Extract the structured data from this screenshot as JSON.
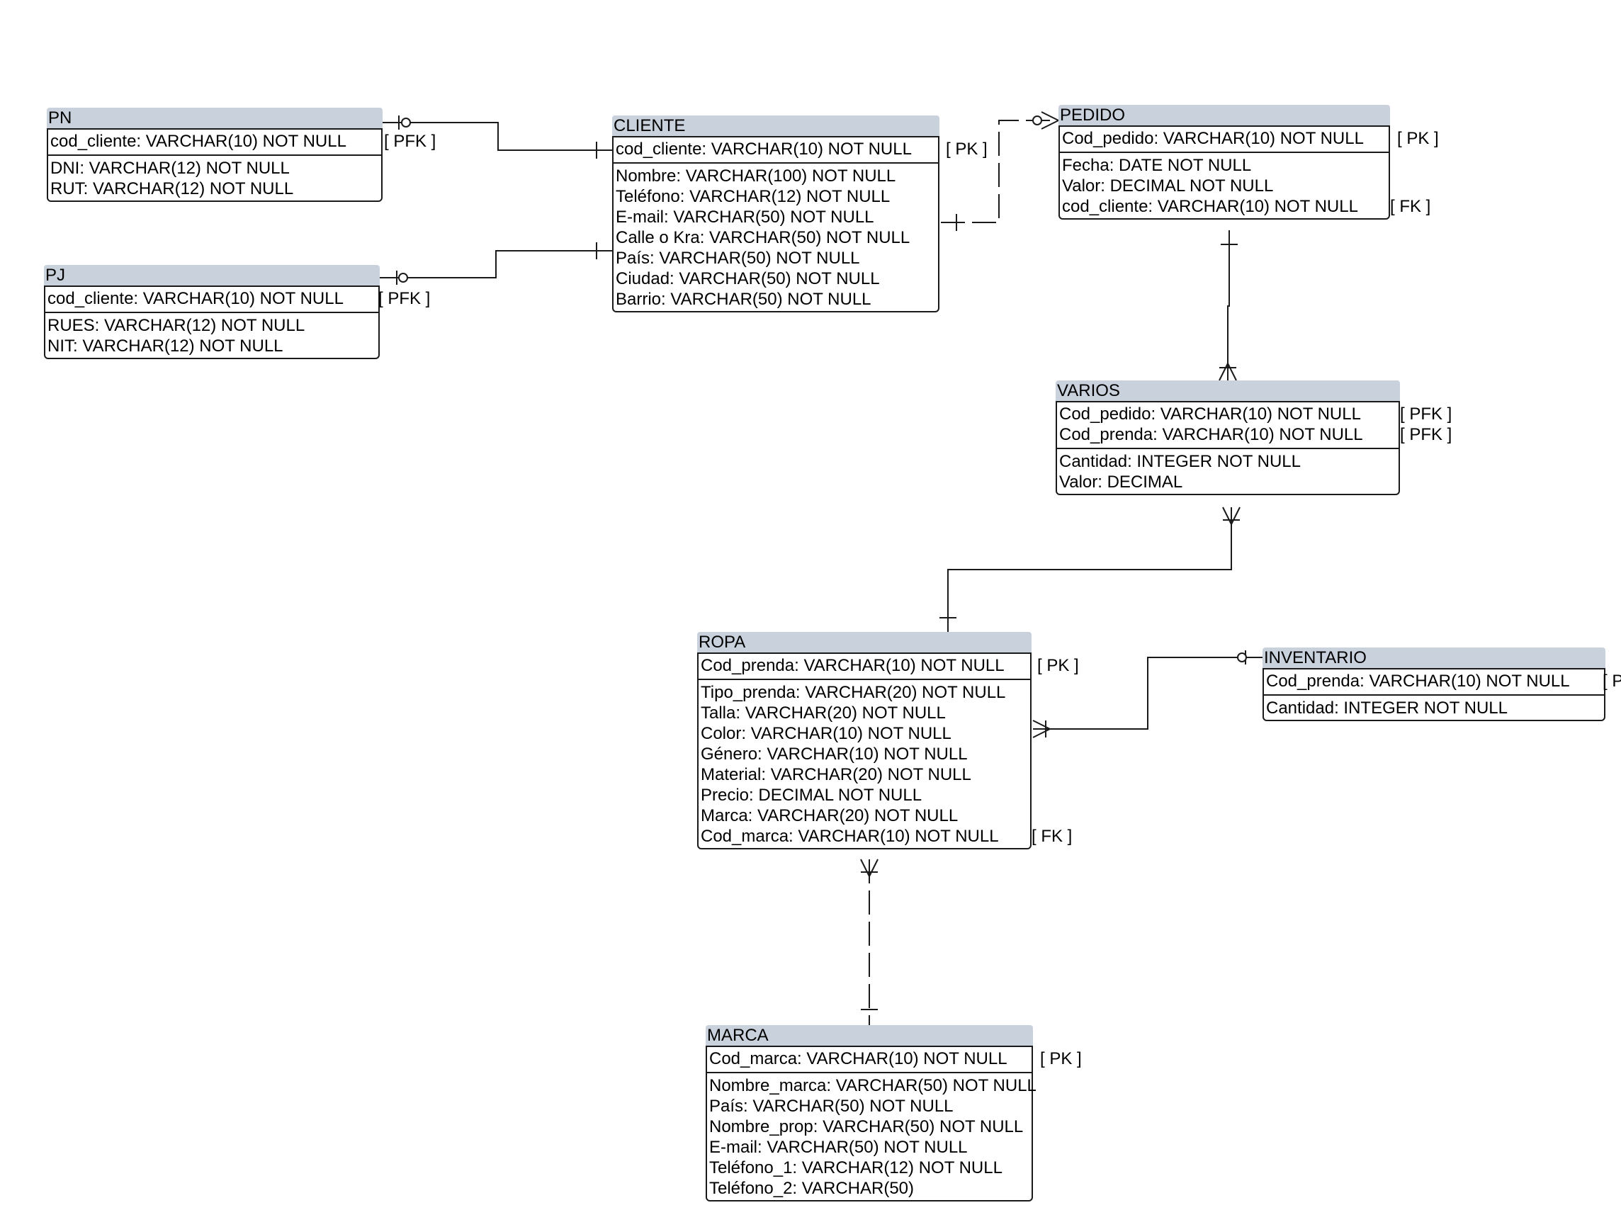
{
  "entities": [
    {
      "id": "pn",
      "title": "PN",
      "keys": [
        {
          "text": "cod_cliente: VARCHAR(10)   NOT NULL",
          "tag": "[ PFK ]"
        }
      ],
      "attrs": [
        {
          "text": "DNI: VARCHAR(12)   NOT NULL"
        },
        {
          "text": "RUT: VARCHAR(12)   NOT NULL"
        }
      ]
    },
    {
      "id": "pj",
      "title": "PJ",
      "keys": [
        {
          "text": "cod_cliente: VARCHAR(10)   NOT NULL",
          "tag": "[ PFK ]"
        }
      ],
      "attrs": [
        {
          "text": "RUES: VARCHAR(12)   NOT NULL"
        },
        {
          "text": "NIT: VARCHAR(12)   NOT NULL"
        }
      ]
    },
    {
      "id": "cliente",
      "title": "CLIENTE",
      "keys": [
        {
          "text": "cod_cliente: VARCHAR(10)   NOT NULL",
          "tag": "[ PK ]"
        }
      ],
      "attrs": [
        {
          "text": "Nombre: VARCHAR(100)   NOT NULL"
        },
        {
          "text": "Teléfono: VARCHAR(12)   NOT NULL"
        },
        {
          "text": "E-mail: VARCHAR(50)   NOT NULL"
        },
        {
          "text": "Calle o Kra: VARCHAR(50)   NOT NULL"
        },
        {
          "text": "País: VARCHAR(50)   NOT NULL"
        },
        {
          "text": "Ciudad: VARCHAR(50)   NOT NULL"
        },
        {
          "text": "Barrio: VARCHAR(50)   NOT NULL"
        }
      ]
    },
    {
      "id": "pedido",
      "title": "PEDIDO",
      "keys": [
        {
          "text": "Cod_pedido: VARCHAR(10)   NOT NULL",
          "tag": "[ PK ]"
        }
      ],
      "attrs": [
        {
          "text": "Fecha: DATE   NOT NULL"
        },
        {
          "text": "Valor: DECIMAL   NOT NULL"
        },
        {
          "text": "cod_cliente: VARCHAR(10)   NOT NULL",
          "tag": "[ FK ]"
        }
      ]
    },
    {
      "id": "varios",
      "title": "VARIOS",
      "keys": [
        {
          "text": "Cod_pedido: VARCHAR(10)   NOT NULL",
          "tag": "[ PFK ]"
        },
        {
          "text": "Cod_prenda: VARCHAR(10)   NOT NULL",
          "tag": "[ PFK ]"
        }
      ],
      "attrs": [
        {
          "text": "Cantidad: INTEGER   NOT NULL"
        },
        {
          "text": "Valor: DECIMAL"
        }
      ]
    },
    {
      "id": "ropa",
      "title": "ROPA",
      "keys": [
        {
          "text": "Cod_prenda: VARCHAR(10)   NOT NULL",
          "tag": "[ PK ]"
        }
      ],
      "attrs": [
        {
          "text": "Tipo_prenda: VARCHAR(20)   NOT NULL"
        },
        {
          "text": "Talla: VARCHAR(20)   NOT NULL"
        },
        {
          "text": "Color: VARCHAR(10)   NOT NULL"
        },
        {
          "text": "Género: VARCHAR(10)   NOT NULL"
        },
        {
          "text": "Material: VARCHAR(20)   NOT NULL"
        },
        {
          "text": "Precio: DECIMAL   NOT NULL"
        },
        {
          "text": "Marca: VARCHAR(20)   NOT NULL"
        },
        {
          "text": "Cod_marca: VARCHAR(10)   NOT NULL",
          "tag": "[ FK ]"
        }
      ]
    },
    {
      "id": "inventario",
      "title": "INVENTARIO",
      "keys": [
        {
          "text": "Cod_prenda: VARCHAR(10)   NOT NULL",
          "tag": "[ PFK ]"
        }
      ],
      "attrs": [
        {
          "text": "Cantidad: INTEGER   NOT NULL"
        }
      ]
    },
    {
      "id": "marca",
      "title": "MARCA",
      "keys": [
        {
          "text": "Cod_marca: VARCHAR(10)   NOT NULL",
          "tag": "[ PK ]"
        }
      ],
      "attrs": [
        {
          "text": "Nombre_marca: VARCHAR(50)   NOT NULL"
        },
        {
          "text": "País: VARCHAR(50)   NOT NULL"
        },
        {
          "text": "Nombre_prop: VARCHAR(50)   NOT NULL"
        },
        {
          "text": "E-mail: VARCHAR(50)   NOT NULL"
        },
        {
          "text": "Teléfono_1: VARCHAR(12)   NOT NULL"
        },
        {
          "text": "Teléfono_2: VARCHAR(50)"
        }
      ]
    }
  ],
  "relationships": [
    {
      "id": "pn-cliente",
      "from": "PN",
      "to": "CLIENTE",
      "from_end": "zero-or-one",
      "to_end": "one",
      "style": "solid"
    },
    {
      "id": "pj-cliente",
      "from": "PJ",
      "to": "CLIENTE",
      "from_end": "zero-or-one",
      "to_end": "one",
      "style": "solid"
    },
    {
      "id": "cliente-pedido",
      "from": "CLIENTE",
      "to": "PEDIDO",
      "from_end": "one",
      "to_end": "zero-or-many",
      "style": "dashed"
    },
    {
      "id": "pedido-varios",
      "from": "PEDIDO",
      "to": "VARIOS",
      "from_end": "one",
      "to_end": "one-or-many",
      "style": "solid"
    },
    {
      "id": "varios-ropa",
      "from": "VARIOS",
      "to": "ROPA",
      "from_end": "one-or-many",
      "to_end": "one",
      "style": "solid"
    },
    {
      "id": "ropa-inventario",
      "from": "ROPA",
      "to": "INVENTARIO",
      "from_end": "one-or-many",
      "to_end": "zero-or-one",
      "style": "solid"
    },
    {
      "id": "ropa-marca",
      "from": "ROPA",
      "to": "MARCA",
      "from_end": "one-or-many",
      "to_end": "one",
      "style": "dashed"
    }
  ]
}
